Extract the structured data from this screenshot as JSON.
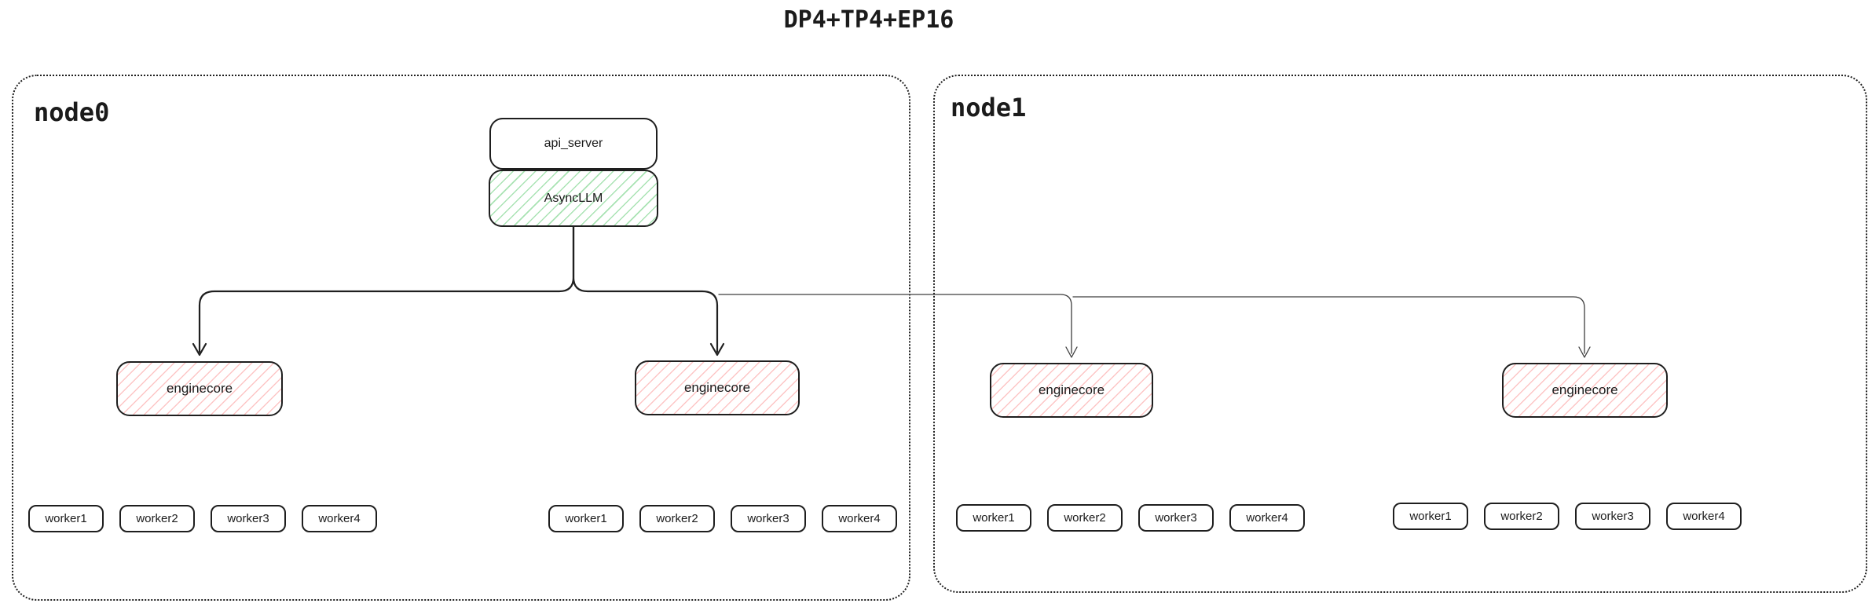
{
  "title": "DP4+TP4+EP16",
  "colors": {
    "line": "#1f1f1f",
    "async_llm_hatch": "#40c057",
    "enginecore_hatch": "#fa6e6e",
    "node_border": "#1f1f1f"
  },
  "nodes": [
    {
      "label": "node0",
      "api_server": {
        "label": "api_server"
      },
      "async_llm": {
        "label": "AsyncLLM"
      },
      "enginecores": [
        {
          "label": "enginecore",
          "workers": [
            "worker1",
            "worker2",
            "worker3",
            "worker4"
          ]
        },
        {
          "label": "enginecore",
          "workers": [
            "worker1",
            "worker2",
            "worker3",
            "worker4"
          ]
        }
      ]
    },
    {
      "label": "node1",
      "enginecores": [
        {
          "label": "enginecore",
          "workers": [
            "worker1",
            "worker2",
            "worker3",
            "worker4"
          ]
        },
        {
          "label": "enginecore",
          "workers": [
            "worker1",
            "worker2",
            "worker3",
            "worker4"
          ]
        }
      ]
    }
  ]
}
